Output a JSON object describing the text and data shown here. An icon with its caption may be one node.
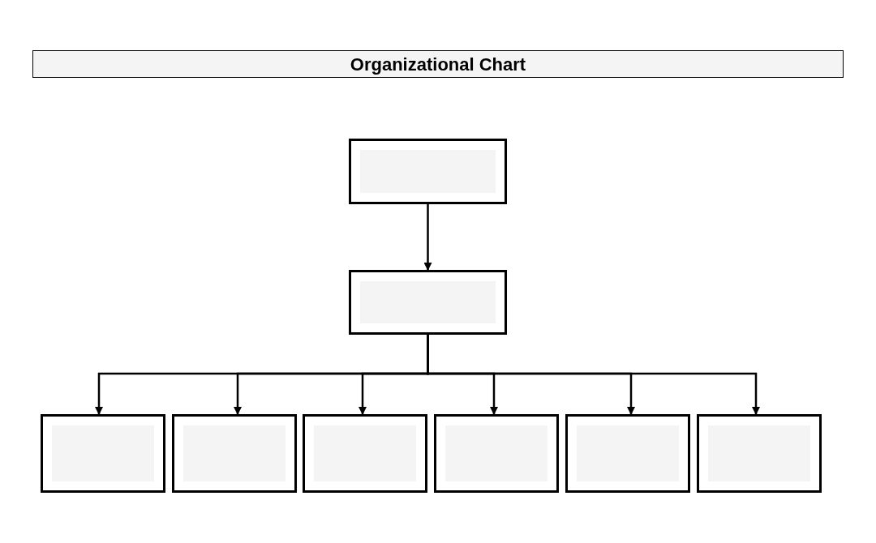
{
  "diagram": {
    "title": "Organizational Chart",
    "nodes": [
      {
        "text": [],
        "shape": "box"
      },
      {
        "text": [],
        "shape": "box"
      },
      {
        "text": [],
        "shape": "box"
      },
      {
        "text": [],
        "shape": "box"
      },
      {
        "text": [],
        "shape": "box"
      },
      {
        "text": [],
        "shape": "box"
      },
      {
        "text": [],
        "shape": "box"
      },
      {
        "text": [],
        "shape": "box"
      }
    ],
    "edges": [
      {
        "from": 0,
        "to": 1,
        "arrow": "to"
      },
      {
        "from": 1,
        "to": 2,
        "arrow": "to"
      },
      {
        "from": 1,
        "to": 3,
        "arrow": "to"
      },
      {
        "from": 1,
        "to": 4,
        "arrow": "to"
      },
      {
        "from": 1,
        "to": 5,
        "arrow": "to"
      },
      {
        "from": 1,
        "to": 6,
        "arrow": "to"
      },
      {
        "from": 1,
        "to": 7,
        "arrow": "to"
      }
    ]
  }
}
